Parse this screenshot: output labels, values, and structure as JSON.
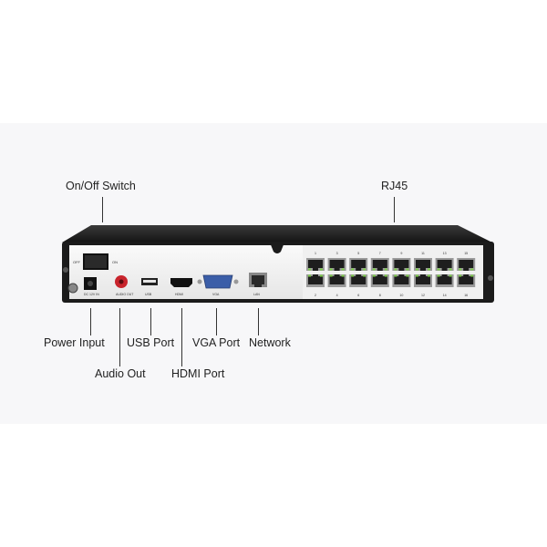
{
  "labels": {
    "top": [
      {
        "id": "onoff",
        "text": "On/Off Switch"
      },
      {
        "id": "rj45",
        "text": "RJ45"
      }
    ],
    "bottom": [
      {
        "id": "power",
        "text": "Power Input"
      },
      {
        "id": "audio",
        "text": "Audio Out"
      },
      {
        "id": "usb",
        "text": "USB Port"
      },
      {
        "id": "hdmi",
        "text": "HDMI Port"
      },
      {
        "id": "vga",
        "text": "VGA Port"
      },
      {
        "id": "network",
        "text": "Network"
      }
    ]
  },
  "device": {
    "switch_off": "OFF",
    "switch_on": "ON",
    "power_label": "DC 12V IN",
    "audio_label": "AUDIO OUT",
    "usb_label": "USB",
    "hdmi_label": "HDMI",
    "vga_label": "VGA",
    "lan_label": "LAN",
    "port_numbers_top": [
      "1",
      "3",
      "5",
      "7",
      "9",
      "11",
      "13",
      "15"
    ],
    "port_numbers_bottom": [
      "2",
      "4",
      "6",
      "8",
      "10",
      "12",
      "14",
      "16"
    ]
  },
  "colors": {
    "chassis": "#1b1b1b",
    "faceplate": "#f2f2f2",
    "vga_blue": "#3b5ea8",
    "led_green": "#7fd04a",
    "audio_red": "#c8242c"
  }
}
